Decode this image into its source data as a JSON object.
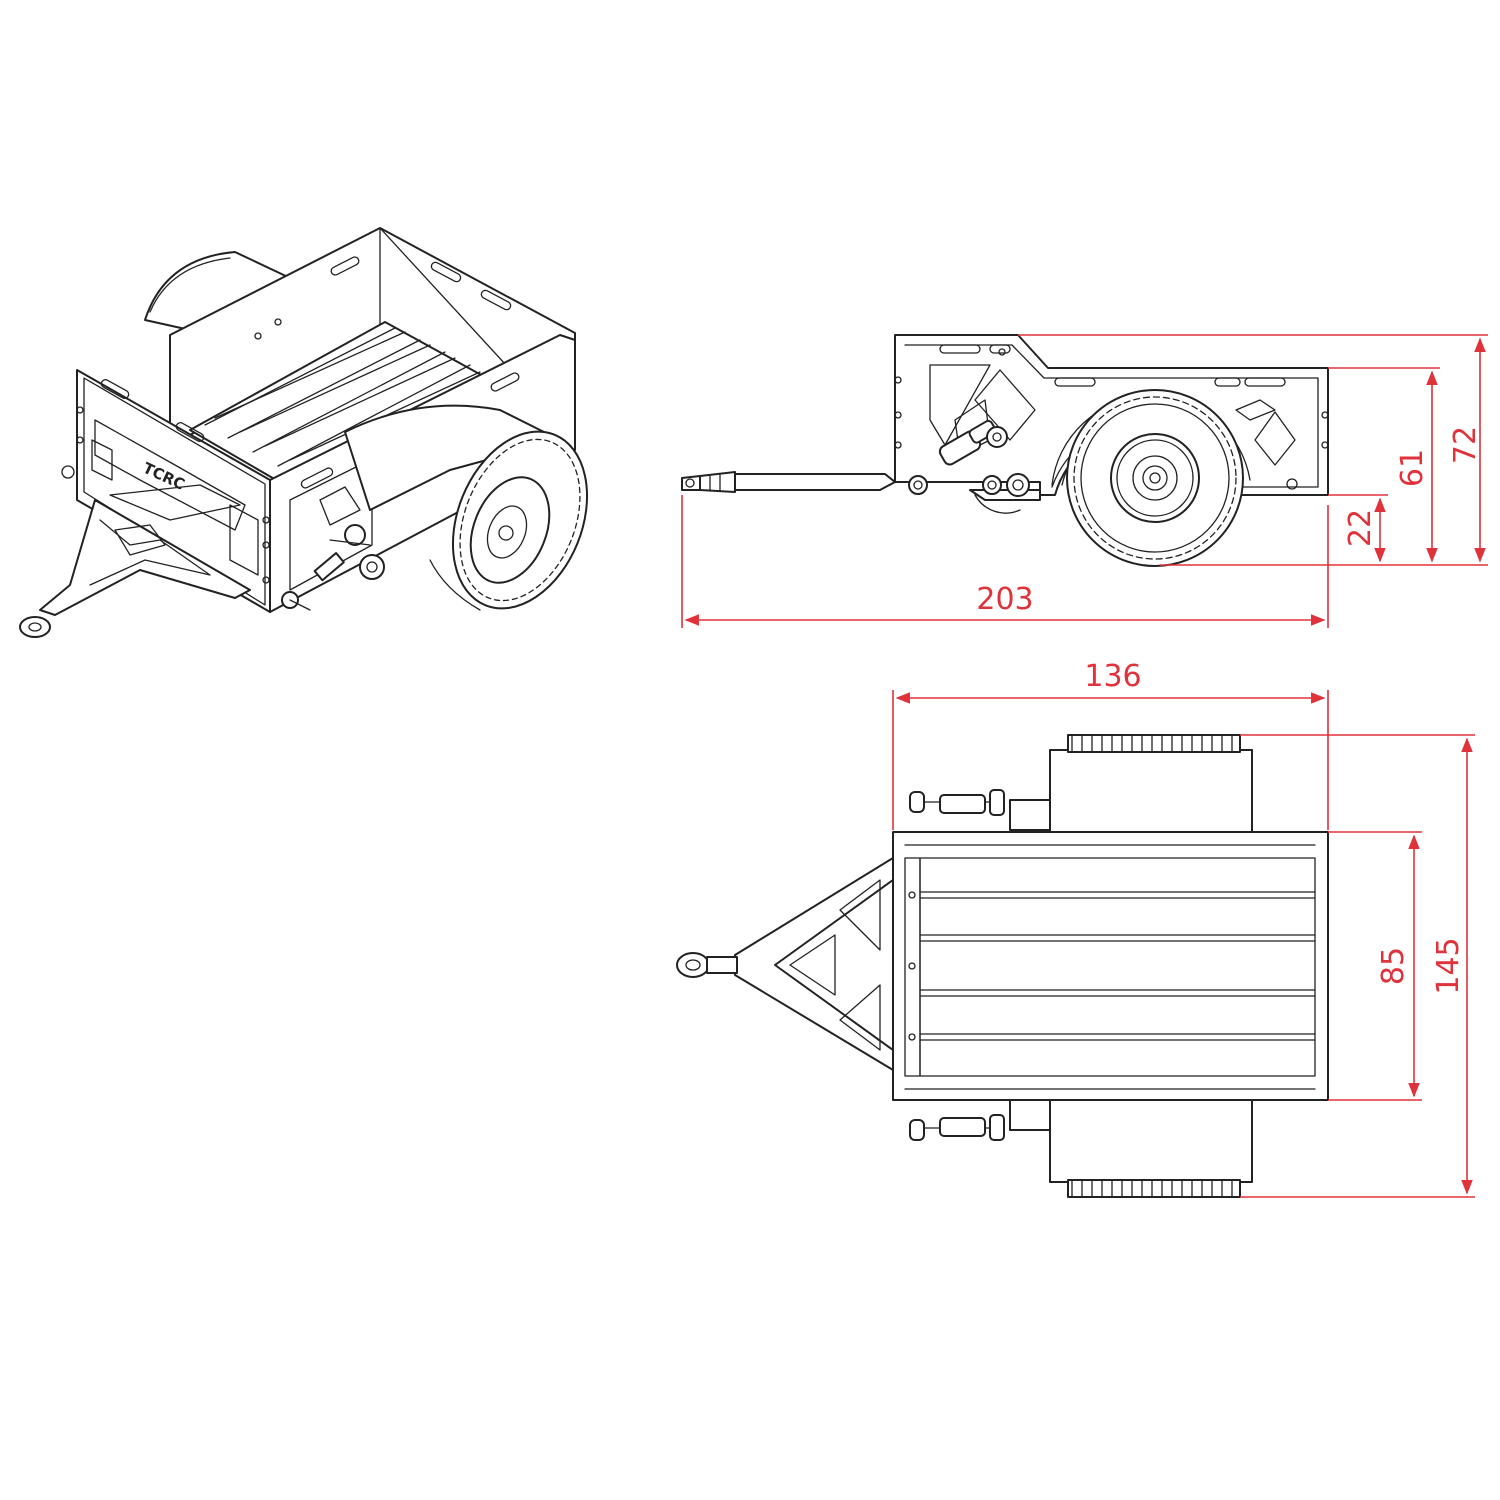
{
  "logo_text": "TCRC",
  "colors": {
    "line": "#222222",
    "dimension": "#e0323a",
    "background": "#ffffff"
  },
  "dimensions": {
    "side_length": "203",
    "side_height_total": "72",
    "side_height_bed": "61",
    "side_ground_clearance": "22",
    "top_width_body": "136",
    "top_width_total": "145",
    "top_width_bed": "85"
  }
}
